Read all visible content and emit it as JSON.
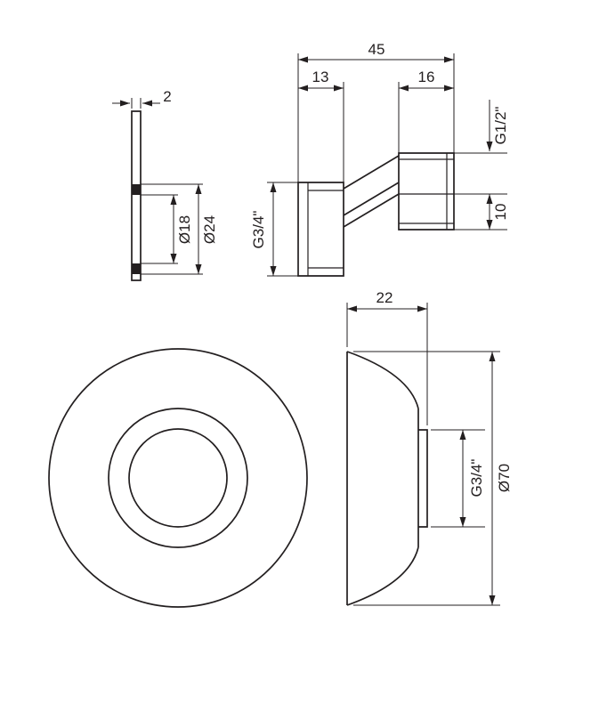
{
  "drawing": {
    "sleeve_view": {
      "thickness": "2",
      "outer_diameter": "Ø24",
      "inner_diameter": "Ø18"
    },
    "connector_view": {
      "overall_length": "45",
      "nut_length": "13",
      "thread_length": "16",
      "outlet_thread": "G1/2\"",
      "outlet_offset": "10",
      "inlet_thread": "G3/4\""
    },
    "rosette_side_view": {
      "depth": "22",
      "diameter": "Ø70",
      "thread": "G3/4\""
    },
    "colors": {
      "line": "#231f20",
      "background": "#ffffff"
    }
  }
}
